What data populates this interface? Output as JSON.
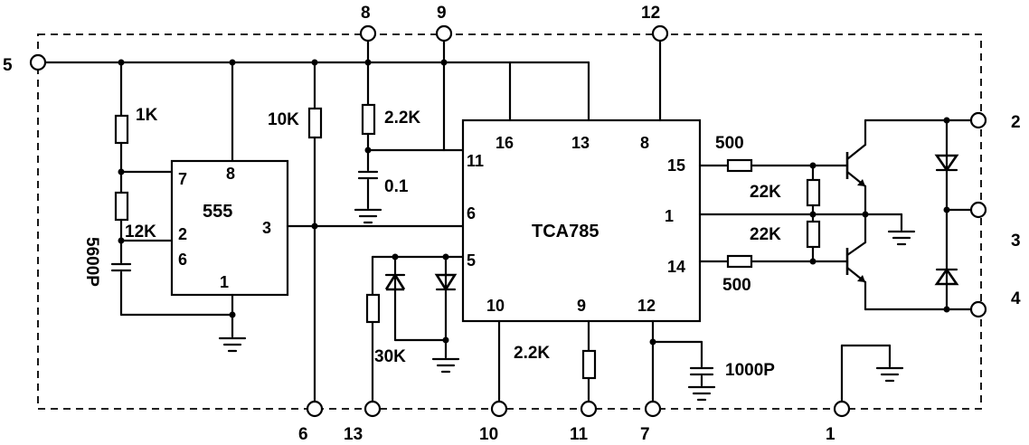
{
  "terminals": {
    "t5": "5",
    "t8": "8",
    "t9": "9",
    "t12": "12",
    "t2": "2",
    "t3": "3",
    "t4": "4",
    "t6": "6",
    "t13": "13",
    "t10": "10",
    "t11": "11",
    "t7": "7",
    "t1": "1"
  },
  "ic555": {
    "name": "555",
    "pins": {
      "p7": "7",
      "p8": "8",
      "p2": "2",
      "p6": "6",
      "p3": "3",
      "p1": "1"
    }
  },
  "ictca": {
    "name": "TCA785",
    "pins": {
      "p16": "16",
      "p13": "13",
      "p8": "8",
      "p11": "11",
      "p6": "6",
      "p5": "5",
      "p15": "15",
      "p1": "1",
      "p14": "14",
      "p10": "10",
      "p9": "9",
      "p12": "12"
    }
  },
  "components": {
    "r1k": "1K",
    "r12k": "12K",
    "c5600p": "5600P",
    "r10k": "10K",
    "r22k_top": "2.2K",
    "c01": "0.1",
    "r30k": "30K",
    "r22k_bot": "2.2K",
    "c1000p": "1000P",
    "r500_top": "500",
    "r22k_a": "22K",
    "r22k_b": "22K",
    "r500_bot": "500"
  }
}
